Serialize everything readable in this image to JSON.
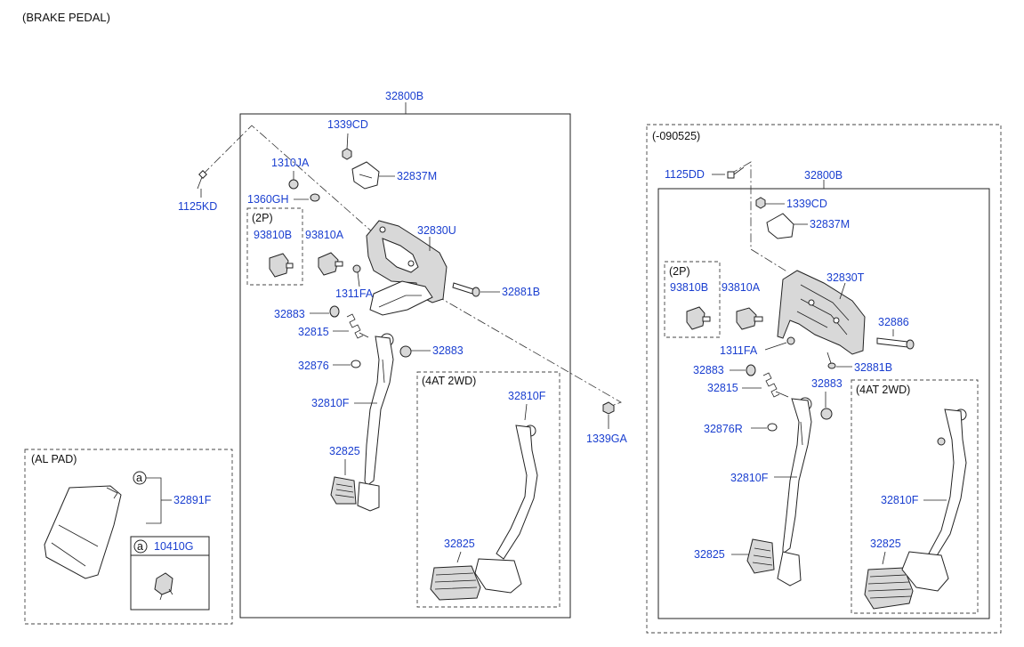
{
  "title": "(BRAKE PEDAL)",
  "groups": {
    "al_pad": "(AL PAD)",
    "two_p_left": "(2P)",
    "two_p_right": "(2P)",
    "at2wd_left": "(4AT 2WD)",
    "at2wd_right": "(4AT 2WD)",
    "variant": "(-090525)"
  },
  "callout_marker": "a",
  "parts_left": {
    "p32800B": "32800B",
    "p1339CD": "1339CD",
    "p1310JA": "1310JA",
    "p32837M": "32837M",
    "p1360GH": "1360GH",
    "p1125KD": "1125KD",
    "p93810B": "93810B",
    "p93810A": "93810A",
    "p32830U": "32830U",
    "p1311FA": "1311FA",
    "p32881B": "32881B",
    "p32883a": "32883",
    "p32815": "32815",
    "p32883b": "32883",
    "p32876": "32876",
    "p32810F": "32810F",
    "p32825": "32825",
    "p1339GA": "1339GA",
    "p32810F_at": "32810F",
    "p32825_at": "32825"
  },
  "parts_pad": {
    "p32891F": "32891F",
    "p10410G": "10410G"
  },
  "parts_right": {
    "p1125DD": "1125DD",
    "p32800B": "32800B",
    "p1339CD": "1339CD",
    "p32837M": "32837M",
    "p93810B": "93810B",
    "p93810A": "93810A",
    "p32830T": "32830T",
    "p32886": "32886",
    "p1311FA": "1311FA",
    "p32881B": "32881B",
    "p32883a": "32883",
    "p32815": "32815",
    "p32883b": "32883",
    "p32876R": "32876R",
    "p32810F": "32810F",
    "p32825": "32825",
    "p32810F_at": "32810F",
    "p32825_at": "32825"
  }
}
